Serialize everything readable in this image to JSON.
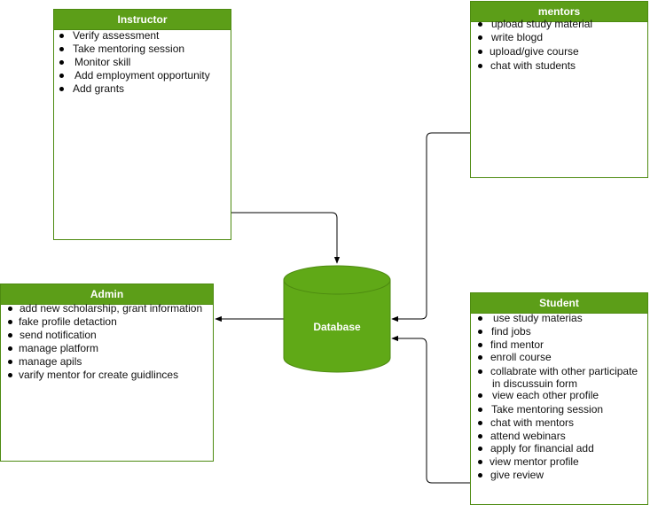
{
  "instructor": {
    "title": "Instructor",
    "items": [
      "Verify assessment",
      "Take mentoring session",
      "Monitor skill",
      "Add employment opportunity",
      "Add grants"
    ]
  },
  "mentors": {
    "title": "mentors",
    "items": [
      "upload study material",
      "write blogd",
      "upload/give course",
      "chat with students"
    ]
  },
  "admin": {
    "title": "Admin",
    "items": [
      "add new scholarship, grant information",
      "fake profile detaction",
      "send notification",
      "manage platform",
      "manage apils",
      "varify mentor for create guidlinces"
    ]
  },
  "student": {
    "title": "Student",
    "items": [
      "use study materias",
      "find jobs",
      "find mentor",
      "enroll course",
      "collabrate with other participate",
      "in discussuin form",
      "view each other profile",
      "Take mentoring session",
      "chat with mentors",
      "attend webinars",
      "apply for financial add",
      "view mentor profile",
      "give review"
    ]
  },
  "database": {
    "label": "Database"
  },
  "colors": {
    "fill": "#60a917",
    "header": "#5c9e18",
    "border": "#4d8a10",
    "edge": "#000000"
  }
}
